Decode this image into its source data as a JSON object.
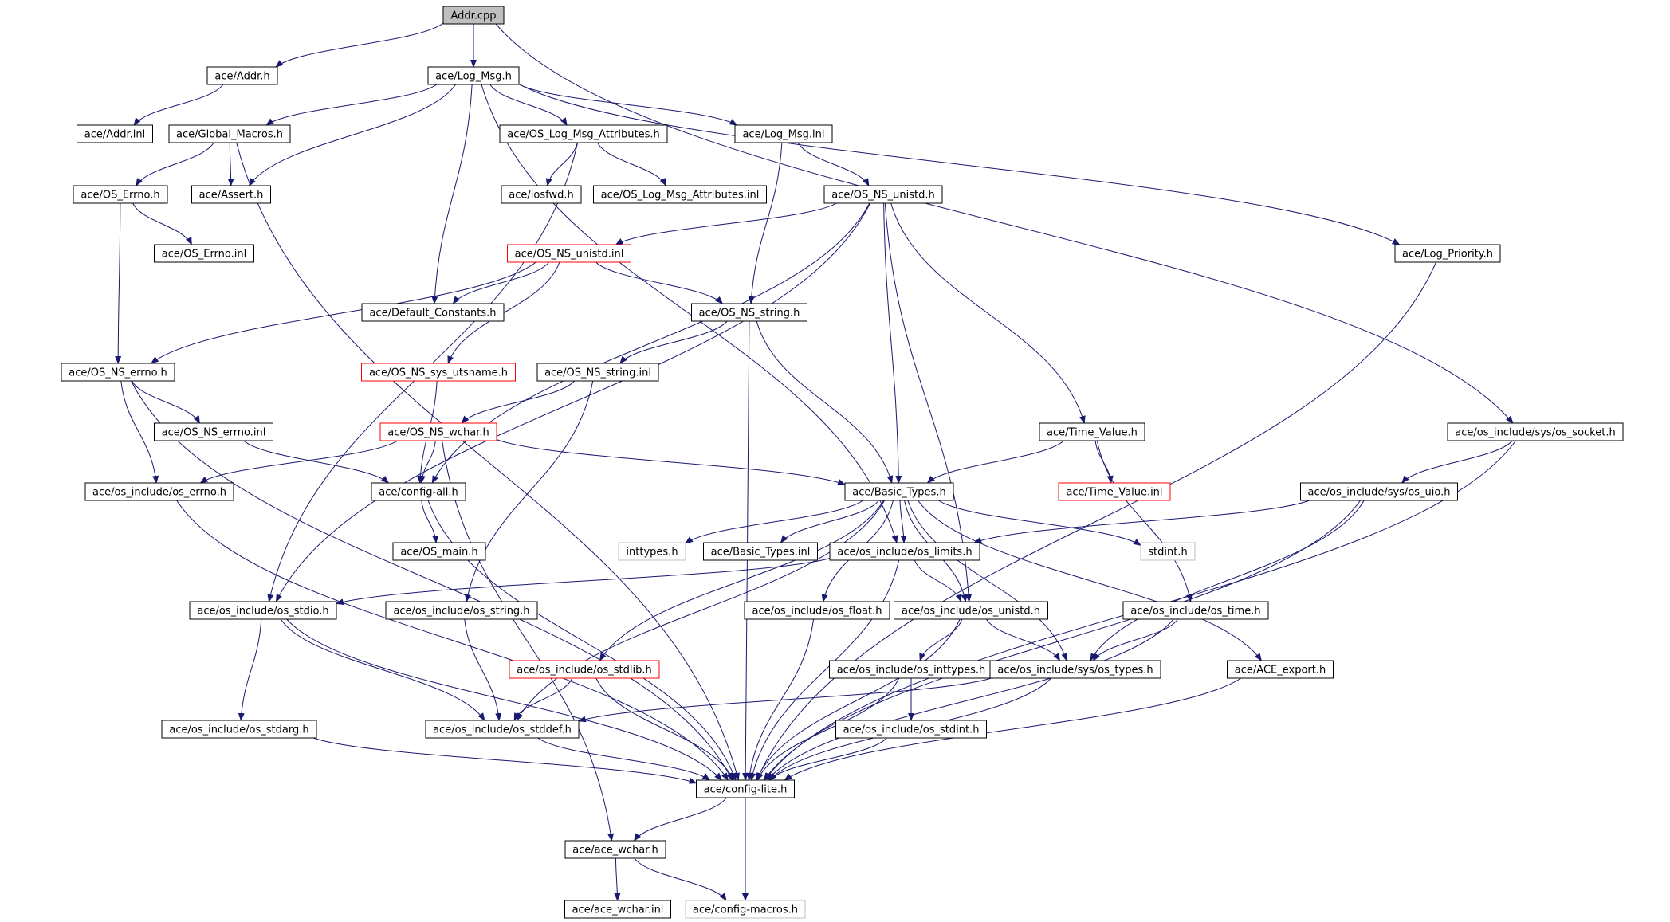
{
  "graph": {
    "title": "",
    "colors": {
      "edge": "#191970",
      "root_fill": "#bfbfbf",
      "normal_border": "#000000",
      "truncated_border": "#ff0000",
      "external_border": "#bfbfbf",
      "text": "#000000"
    },
    "nodes": [
      {
        "id": "n0",
        "label": "Addr.cpp",
        "kind": "root"
      },
      {
        "id": "n1",
        "label": "ace/Addr.h",
        "kind": "normal"
      },
      {
        "id": "n2",
        "label": "ace/Log_Msg.h",
        "kind": "normal"
      },
      {
        "id": "n3",
        "label": "ace/Addr.inl",
        "kind": "normal"
      },
      {
        "id": "n4",
        "label": "ace/Global_Macros.h",
        "kind": "normal"
      },
      {
        "id": "n5",
        "label": "ace/OS_Log_Msg_Attributes.h",
        "kind": "normal"
      },
      {
        "id": "n6",
        "label": "ace/Log_Msg.inl",
        "kind": "normal"
      },
      {
        "id": "n7",
        "label": "ace/OS_Errno.h",
        "kind": "normal"
      },
      {
        "id": "n8",
        "label": "ace/Assert.h",
        "kind": "normal"
      },
      {
        "id": "n9",
        "label": "ace/iosfwd.h",
        "kind": "normal"
      },
      {
        "id": "n10",
        "label": "ace/OS_Log_Msg_Attributes.inl",
        "kind": "normal"
      },
      {
        "id": "n11",
        "label": "ace/OS_NS_unistd.h",
        "kind": "normal"
      },
      {
        "id": "n12",
        "label": "ace/OS_Errno.inl",
        "kind": "normal"
      },
      {
        "id": "n13",
        "label": "ace/OS_NS_unistd.inl",
        "kind": "truncated"
      },
      {
        "id": "n14",
        "label": "ace/Log_Priority.h",
        "kind": "normal"
      },
      {
        "id": "n15",
        "label": "ace/Default_Constants.h",
        "kind": "normal"
      },
      {
        "id": "n16",
        "label": "ace/OS_NS_string.h",
        "kind": "normal"
      },
      {
        "id": "n17",
        "label": "ace/OS_NS_errno.h",
        "kind": "normal"
      },
      {
        "id": "n18",
        "label": "ace/OS_NS_sys_utsname.h",
        "kind": "truncated"
      },
      {
        "id": "n19",
        "label": "ace/OS_NS_string.inl",
        "kind": "normal"
      },
      {
        "id": "n20",
        "label": "ace/OS_NS_errno.inl",
        "kind": "normal"
      },
      {
        "id": "n21",
        "label": "ace/OS_NS_wchar.h",
        "kind": "truncated"
      },
      {
        "id": "n22",
        "label": "ace/Time_Value.h",
        "kind": "normal"
      },
      {
        "id": "n23",
        "label": "ace/os_include/sys/os_socket.h",
        "kind": "normal"
      },
      {
        "id": "n24",
        "label": "ace/os_include/os_errno.h",
        "kind": "normal"
      },
      {
        "id": "n25",
        "label": "ace/config-all.h",
        "kind": "normal"
      },
      {
        "id": "n26",
        "label": "ace/Basic_Types.h",
        "kind": "normal"
      },
      {
        "id": "n27",
        "label": "ace/Time_Value.inl",
        "kind": "truncated"
      },
      {
        "id": "n28",
        "label": "ace/os_include/sys/os_uio.h",
        "kind": "normal"
      },
      {
        "id": "n29",
        "label": "ace/OS_main.h",
        "kind": "normal"
      },
      {
        "id": "n30",
        "label": "inttypes.h",
        "kind": "external"
      },
      {
        "id": "n31",
        "label": "ace/Basic_Types.inl",
        "kind": "normal"
      },
      {
        "id": "n32",
        "label": "ace/os_include/os_limits.h",
        "kind": "normal"
      },
      {
        "id": "n33",
        "label": "stdint.h",
        "kind": "external"
      },
      {
        "id": "n34",
        "label": "ace/os_include/os_stdio.h",
        "kind": "normal"
      },
      {
        "id": "n35",
        "label": "ace/os_include/os_string.h",
        "kind": "normal"
      },
      {
        "id": "n36",
        "label": "ace/os_include/os_float.h",
        "kind": "normal"
      },
      {
        "id": "n37",
        "label": "ace/os_include/os_unistd.h",
        "kind": "normal"
      },
      {
        "id": "n38",
        "label": "ace/os_include/os_time.h",
        "kind": "normal"
      },
      {
        "id": "n39",
        "label": "ace/os_include/os_stdlib.h",
        "kind": "truncated"
      },
      {
        "id": "n40",
        "label": "ace/os_include/os_inttypes.h",
        "kind": "normal"
      },
      {
        "id": "n41",
        "label": "ace/os_include/sys/os_types.h",
        "kind": "normal"
      },
      {
        "id": "n42",
        "label": "ace/ACE_export.h",
        "kind": "normal"
      },
      {
        "id": "n43",
        "label": "ace/os_include/os_stdarg.h",
        "kind": "normal"
      },
      {
        "id": "n44",
        "label": "ace/os_include/os_stddef.h",
        "kind": "normal"
      },
      {
        "id": "n45",
        "label": "ace/os_include/os_stdint.h",
        "kind": "normal"
      },
      {
        "id": "n46",
        "label": "ace/config-lite.h",
        "kind": "normal"
      },
      {
        "id": "n47",
        "label": "ace/ace_wchar.h",
        "kind": "normal"
      },
      {
        "id": "n48",
        "label": "ace/ace_wchar.inl",
        "kind": "normal"
      },
      {
        "id": "n49",
        "label": "ace/config-macros.h",
        "kind": "external"
      }
    ],
    "edges": [
      [
        "n0",
        "n1"
      ],
      [
        "n0",
        "n2"
      ],
      [
        "n0",
        "n23"
      ],
      [
        "n1",
        "n3"
      ],
      [
        "n2",
        "n4"
      ],
      [
        "n2",
        "n8"
      ],
      [
        "n2",
        "n5"
      ],
      [
        "n2",
        "n6"
      ],
      [
        "n2",
        "n14"
      ],
      [
        "n2",
        "n15"
      ],
      [
        "n2",
        "n32"
      ],
      [
        "n4",
        "n7"
      ],
      [
        "n4",
        "n8"
      ],
      [
        "n4",
        "n46"
      ],
      [
        "n5",
        "n9"
      ],
      [
        "n5",
        "n10"
      ],
      [
        "n5",
        "n34"
      ],
      [
        "n6",
        "n11"
      ],
      [
        "n6",
        "n16"
      ],
      [
        "n7",
        "n12"
      ],
      [
        "n7",
        "n17"
      ],
      [
        "n11",
        "n13"
      ],
      [
        "n11",
        "n26"
      ],
      [
        "n11",
        "n22"
      ],
      [
        "n11",
        "n25"
      ],
      [
        "n11",
        "n34"
      ],
      [
        "n11",
        "n37"
      ],
      [
        "n13",
        "n15"
      ],
      [
        "n13",
        "n16"
      ],
      [
        "n13",
        "n17"
      ],
      [
        "n13",
        "n18"
      ],
      [
        "n14",
        "n46"
      ],
      [
        "n16",
        "n19"
      ],
      [
        "n16",
        "n26"
      ],
      [
        "n16",
        "n46"
      ],
      [
        "n17",
        "n20"
      ],
      [
        "n17",
        "n24"
      ],
      [
        "n17",
        "n46"
      ],
      [
        "n18",
        "n25"
      ],
      [
        "n19",
        "n21"
      ],
      [
        "n19",
        "n35"
      ],
      [
        "n20",
        "n25"
      ],
      [
        "n21",
        "n24"
      ],
      [
        "n21",
        "n25"
      ],
      [
        "n21",
        "n26"
      ],
      [
        "n21",
        "n47"
      ],
      [
        "n22",
        "n26"
      ],
      [
        "n22",
        "n27"
      ],
      [
        "n22",
        "n38"
      ],
      [
        "n23",
        "n28"
      ],
      [
        "n23",
        "n46"
      ],
      [
        "n24",
        "n46"
      ],
      [
        "n25",
        "n29"
      ],
      [
        "n25",
        "n46"
      ],
      [
        "n26",
        "n30"
      ],
      [
        "n26",
        "n31"
      ],
      [
        "n26",
        "n32"
      ],
      [
        "n26",
        "n33"
      ],
      [
        "n26",
        "n36"
      ],
      [
        "n26",
        "n37"
      ],
      [
        "n26",
        "n39"
      ],
      [
        "n26",
        "n41"
      ],
      [
        "n26",
        "n42"
      ],
      [
        "n26",
        "n44"
      ],
      [
        "n28",
        "n32"
      ],
      [
        "n28",
        "n41"
      ],
      [
        "n28",
        "n46"
      ],
      [
        "n32",
        "n34"
      ],
      [
        "n32",
        "n37"
      ],
      [
        "n32",
        "n46"
      ],
      [
        "n34",
        "n43"
      ],
      [
        "n34",
        "n44"
      ],
      [
        "n34",
        "n46"
      ],
      [
        "n35",
        "n44"
      ],
      [
        "n36",
        "n46"
      ],
      [
        "n37",
        "n40"
      ],
      [
        "n37",
        "n41"
      ],
      [
        "n37",
        "n46"
      ],
      [
        "n38",
        "n41"
      ],
      [
        "n38",
        "n46"
      ],
      [
        "n39",
        "n44"
      ],
      [
        "n39",
        "n46"
      ],
      [
        "n40",
        "n45"
      ],
      [
        "n40",
        "n46"
      ],
      [
        "n41",
        "n44"
      ],
      [
        "n41",
        "n46"
      ],
      [
        "n42",
        "n46"
      ],
      [
        "n43",
        "n46"
      ],
      [
        "n44",
        "n46"
      ],
      [
        "n45",
        "n46"
      ],
      [
        "n46",
        "n47"
      ],
      [
        "n46",
        "n49"
      ],
      [
        "n47",
        "n48"
      ],
      [
        "n47",
        "n49"
      ]
    ]
  }
}
